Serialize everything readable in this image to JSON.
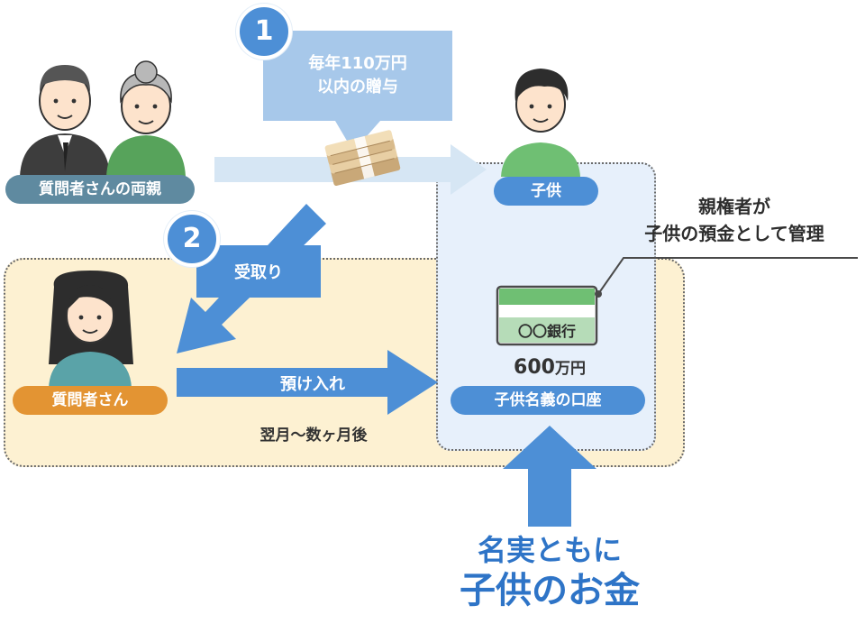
{
  "steps": {
    "one": {
      "number": "1",
      "gift_line1": "毎年110万円",
      "gift_line2": "以内の贈与"
    },
    "two": {
      "number": "2",
      "label": "受取り"
    }
  },
  "people": {
    "parents": "質問者さんの両親",
    "child": "子供",
    "asker": "質問者さん"
  },
  "deposit": {
    "label": "預け入れ",
    "timing": "翌月〜数ヶ月後"
  },
  "account": {
    "bank": "〇〇銀行",
    "amount_num": "600",
    "amount_unit": "万円",
    "label": "子供名義の口座"
  },
  "guardian_note": {
    "line1": "親権者が",
    "line2": "子供の預金として管理"
  },
  "conclusion": {
    "line1": "名実ともに",
    "line2": "子供のお金"
  },
  "colors": {
    "blue": "#4d8fd6",
    "light_blue": "#a7c8ea",
    "pale_blue": "#e7f0fb",
    "cream": "#fdf1d2",
    "orange": "#e39433",
    "teal": "#5f8aa0",
    "green": "#6fbf73"
  }
}
